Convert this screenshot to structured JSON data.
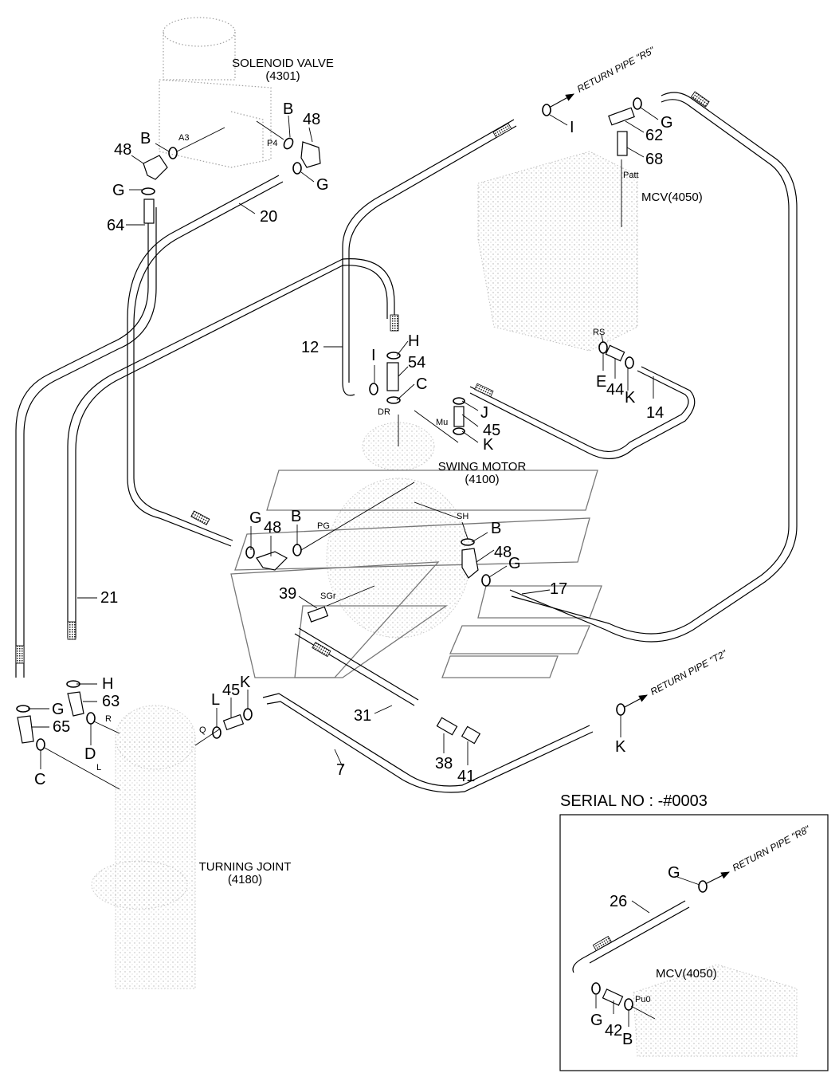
{
  "diagram": {
    "components": [
      {
        "name": "SOLENOID VALVE",
        "code": "(4301)"
      },
      {
        "name": "MCV",
        "code": "MCV(4050)"
      },
      {
        "name": "SWING MOTOR",
        "code": "(4100)"
      },
      {
        "name": "TURNING JOINT",
        "code": "(4180)"
      }
    ],
    "return_pipes": [
      "RETURN PIPE \"R5\"",
      "RETURN PIPE \"T2\"",
      "RETURN PIPE \"R8\""
    ],
    "ports": [
      "A3",
      "P4",
      "Patt",
      "RS",
      "DR",
      "Mu",
      "PG",
      "SH",
      "SGr",
      "R",
      "Q",
      "L",
      "Pu0"
    ],
    "part_callouts": {
      "solenoid_area": [
        "B",
        "48",
        "G",
        "64",
        "B",
        "48",
        "G",
        "20"
      ],
      "top_right": [
        "I",
        "62",
        "G",
        "68"
      ],
      "center": [
        "12",
        "H",
        "54",
        "I",
        "C",
        "J",
        "45",
        "K",
        "E",
        "44",
        "K",
        "14"
      ],
      "swing_motor": [
        "G",
        "48",
        "B",
        "B",
        "48",
        "G",
        "17",
        "39"
      ],
      "left": [
        "21",
        "H",
        "63",
        "G",
        "65",
        "D",
        "C"
      ],
      "bottom": [
        "L",
        "45",
        "K",
        "7",
        "31",
        "38",
        "41",
        "K"
      ],
      "inset": [
        "G",
        "26",
        "G",
        "42",
        "B"
      ]
    },
    "inset": {
      "title": "SERIAL NO : -#0003",
      "component": "MCV(4050)",
      "return_pipe": "RETURN PIPE \"R8\""
    }
  }
}
